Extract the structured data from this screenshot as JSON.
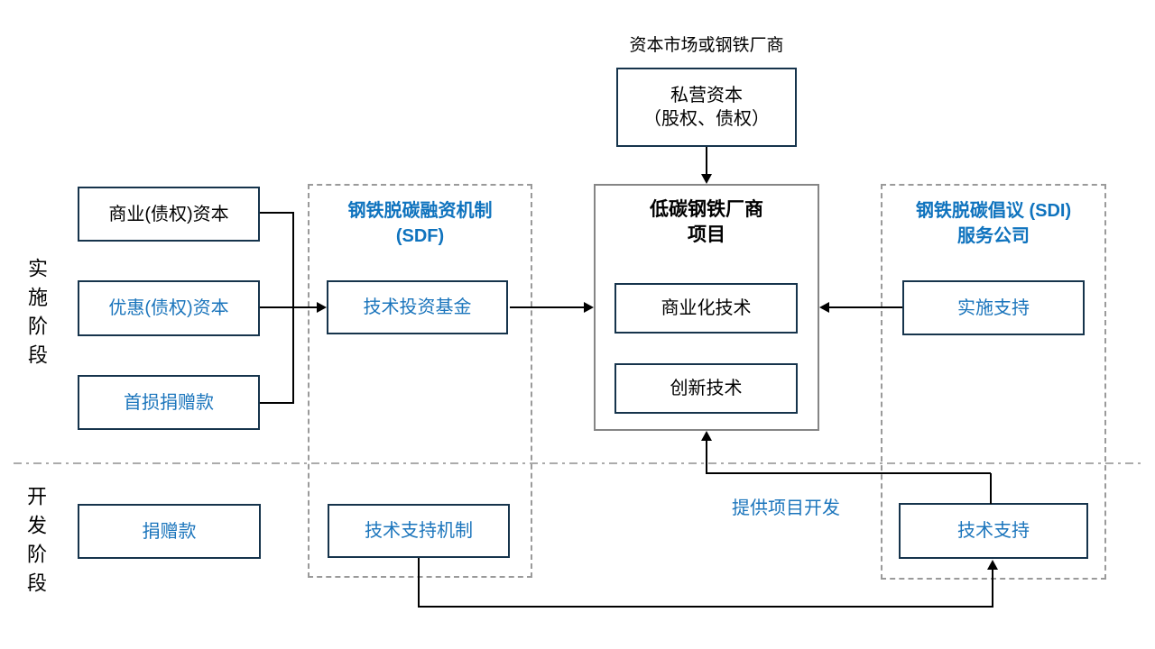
{
  "diagram": {
    "top_label": "资本市场或钢铁厂商",
    "nodes": {
      "private_capital": {
        "line1": "私营资本",
        "line2": "（股权、债权）"
      },
      "commercial_capital": "商业(债权)资本",
      "concessional_capital": "优惠(债权)资本",
      "first_loss_grant": "首损捐赠款",
      "grant": "捐赠款",
      "tech_investment_fund": "技术投资基金",
      "tech_support_mechanism": "技术支持机制",
      "commercialized_tech": "商业化技术",
      "innovative_tech": "创新技术",
      "implementation_support": "实施支持",
      "tech_support": "技术支持"
    },
    "groups": {
      "sdf": {
        "title_line1": "钢铁脱碳融资机制",
        "title_line2": "(SDF)"
      },
      "project": {
        "title_line1": "低碳钢铁厂商",
        "title_line2": "项目"
      },
      "sdi": {
        "title_line1": "钢铁脱碳倡议 (SDI)",
        "title_line2": "服务公司"
      }
    },
    "labels": {
      "implementation_phase": "实施阶段",
      "development_phase": "开发阶段",
      "provide_project_dev": "提供项目开发"
    },
    "colors": {
      "blue_text": "#1B75BC",
      "blue_title": "#0F73BE",
      "node_border": "#16344C",
      "project_border": "#858585",
      "dashed_border": "#9A9A9A",
      "divider": "#ABABAB",
      "arrow": "#000000"
    }
  }
}
